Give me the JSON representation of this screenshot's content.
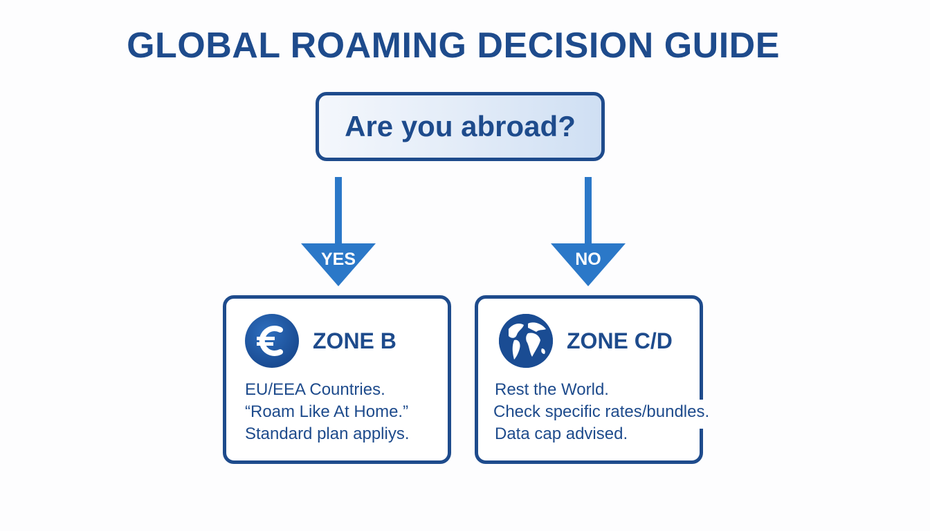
{
  "title": "GLOBAL ROAMING DECISION GUIDE",
  "question": "Are you abroad?",
  "branches": {
    "yes": {
      "label": "YES"
    },
    "no": {
      "label": "NO"
    }
  },
  "cards": [
    {
      "icon": "euro-icon",
      "title": "ZONE B",
      "lines": [
        "EU/EEA Countries.",
        "“Roam Like At Home.”",
        "Standard plan appliys."
      ]
    },
    {
      "icon": "globe-icon",
      "title": "ZONE C/D",
      "lines": [
        "Rest the World.",
        "Check specific rates/bundles.",
        "Data cap advised."
      ]
    }
  ],
  "colors": {
    "primary": "#1e4b8c",
    "arrow": "#2b78c8",
    "background": "#fdfdfe"
  }
}
